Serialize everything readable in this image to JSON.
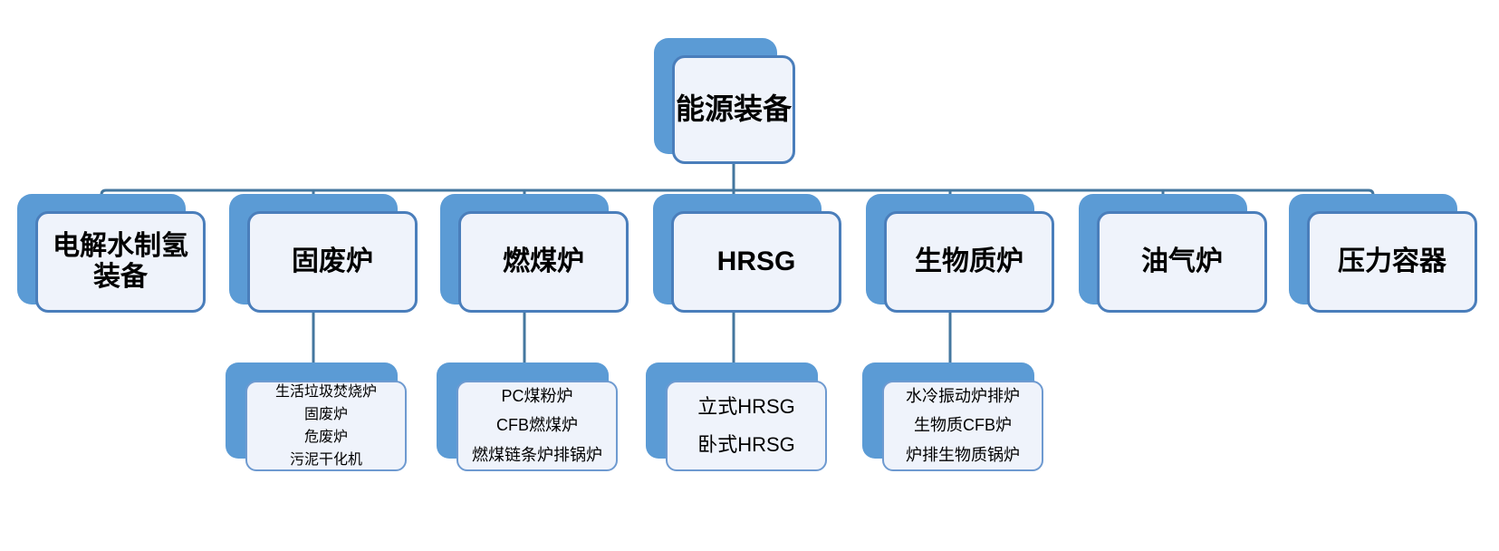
{
  "diagram": {
    "root": {
      "label": "能源装备"
    },
    "branches": [
      {
        "label": "电解水制氢装备",
        "children": []
      },
      {
        "label": "固废炉",
        "children": [
          "生活垃圾焚烧炉",
          "固废炉",
          "危废炉",
          "污泥干化机"
        ]
      },
      {
        "label": "燃煤炉",
        "children": [
          "PC煤粉炉",
          "CFB燃煤炉",
          "燃煤链条炉排锅炉"
        ]
      },
      {
        "label": "HRSG",
        "children": [
          "立式HRSG",
          "卧式HRSG"
        ]
      },
      {
        "label": "生物质炉",
        "children": [
          "水冷振动炉排炉",
          "生物质CFB炉",
          "炉排生物质锅炉"
        ]
      },
      {
        "label": "油气炉",
        "children": []
      },
      {
        "label": "压力容器",
        "children": []
      }
    ]
  },
  "theme": {
    "colors": {
      "shadow_blue": "#5B9BD5",
      "card_fill": "#EFF3FB",
      "card_border": "#4A7EBB",
      "child_card_border": "#6E9AD0",
      "connector": "#44779F",
      "text": "#000000",
      "background": "#FFFFFF"
    }
  }
}
